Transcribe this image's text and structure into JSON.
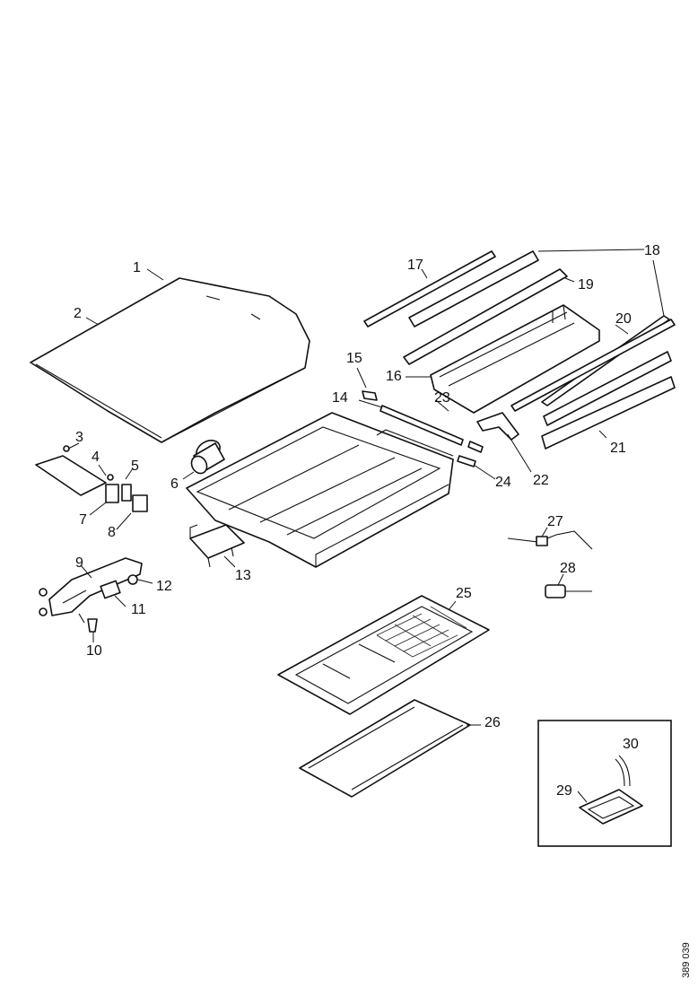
{
  "labels": {
    "l1": "1",
    "l2": "2",
    "l3": "3",
    "l4": "4",
    "l5": "5",
    "l6": "6",
    "l7": "7",
    "l8": "8",
    "l9": "9",
    "l10": "10",
    "l11": "11",
    "l12": "12",
    "l13": "13",
    "l14": "14",
    "l15": "15",
    "l16": "16",
    "l17": "17",
    "l18": "18",
    "l19": "19",
    "l20": "20",
    "l21": "21",
    "l22": "22",
    "l23": "23",
    "l24": "24",
    "l25": "25",
    "l26": "26",
    "l27": "27",
    "l28": "28",
    "l29": "29",
    "l30": "30"
  },
  "reference_code": "389 039"
}
